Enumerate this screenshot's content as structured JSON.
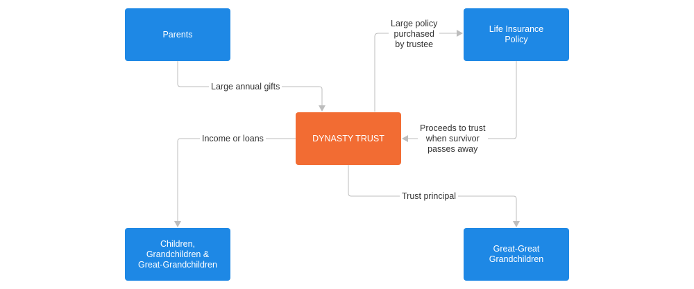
{
  "nodes": {
    "parents": "Parents",
    "life_insurance": "Life Insurance\nPolicy",
    "dynasty_trust": "DYNASTY TRUST",
    "children": "Children,\nGrandchildren &\nGreat-Grandchildren",
    "great_great": "Great-Great\nGrandchildren"
  },
  "edges": {
    "large_annual_gifts": "Large annual gifts",
    "large_policy": "Large policy\npurchased\nby trustee",
    "proceeds": "Proceeds to trust\nwhen survivor\npasses away",
    "income_or_loans": "Income or loans",
    "trust_principal": "Trust principal"
  },
  "colors": {
    "node_blue": "#1e88e5",
    "node_orange": "#f26c33",
    "edge": "#bdbdbd"
  }
}
